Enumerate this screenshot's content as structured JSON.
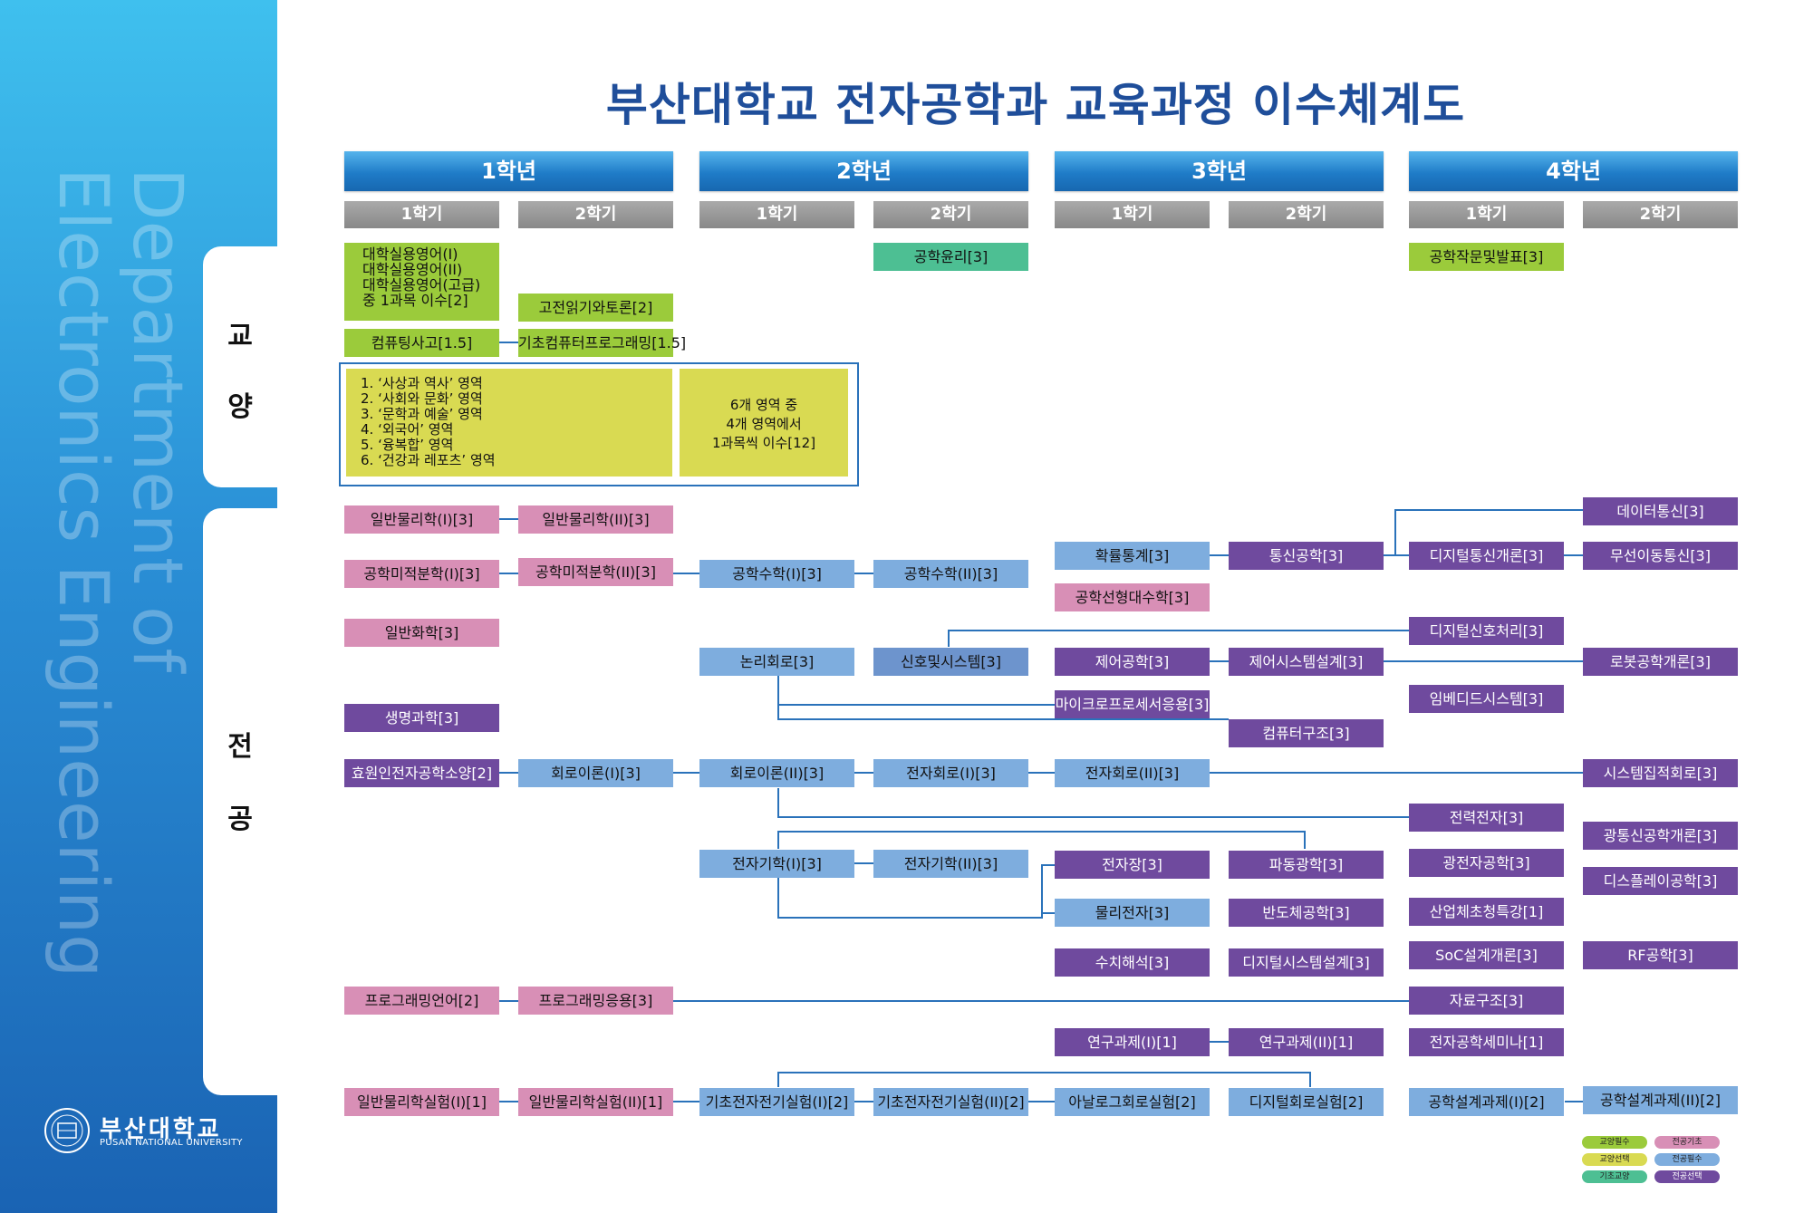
{
  "sidebar": {
    "vertical_title_line1": "Department of",
    "vertical_title_line2": "Electronics Engineering",
    "tab_liberal_char1": "교",
    "tab_liberal_char2": "양",
    "tab_major_char1": "전",
    "tab_major_char2": "공",
    "logo_name": "부산대학교",
    "logo_sub": "PUSAN NATIONAL UNIVERSITY",
    "logo_seal_text": "부산대학교"
  },
  "title": "부산대학교 전자공학과 교육과정 이수체계도",
  "years": [
    "1학년",
    "2학년",
    "3학년",
    "4학년"
  ],
  "semesters": [
    "1학기",
    "2학기",
    "1학기",
    "2학기",
    "1학기",
    "2학기",
    "1학기",
    "2학기"
  ],
  "courses": {
    "english": "대학실용영어(I)",
    "english2": "대학실용영어(II)",
    "english3": "대학실용영어(고급)",
    "english4": "중 1과목 이수[2]",
    "classics": "고전읽기와토론[2]",
    "comp_think": "컴퓨팅사고[1.5]",
    "basic_prog": "기초컴퓨터프로그래밍[1.5]",
    "ethics": "공학윤리[3]",
    "writing": "공학작문및발표[3]",
    "physics1": "일반물리학(I)[3]",
    "physics2": "일반물리학(II)[3]",
    "calc1": "공학미적분학(I)[3]",
    "calc2": "공학미적분학(II)[3]",
    "engmath1": "공학수학(I)[3]",
    "engmath2": "공학수학(II)[3]",
    "chem": "일반화학[3]",
    "bio": "생명과학[3]",
    "intro_ee": "효원인전자공학소양[2]",
    "prog_lang": "프로그래밍언어[2]",
    "prog_app": "프로그래밍응용[3]",
    "phys_lab1": "일반물리학실험(I)[1]",
    "phys_lab2": "일반물리학실험(II)[1]",
    "circuit1": "회로이론(I)[3]",
    "circuit2": "회로이론(II)[3]",
    "logic": "논리회로[3]",
    "signals": "신호및시스템[3]",
    "electronics1": "전자회로(I)[3]",
    "electronics2": "전자회로(II)[3]",
    "emag1": "전자기학(I)[3]",
    "emag2": "전자기학(II)[3]",
    "basic_lab1": "기초전자전기실험(I)[2]",
    "basic_lab2": "기초전자전기실험(II)[2]",
    "analog_lab": "아날로그회로실험[2]",
    "digital_lab": "디지털회로실험[2]",
    "prob": "확률통계[3]",
    "linalg": "공학선형대수학[3]",
    "comm": "통신공학[3]",
    "control": "제어공학[3]",
    "control_design": "제어시스템설계[3]",
    "micro": "마이크로프로세서응용[3]",
    "comp_arch": "컴퓨터구조[3]",
    "em_field": "전자장[3]",
    "wave_optics": "파동광학[3]",
    "phys_elec": "물리전자[3]",
    "semi": "반도체공학[3]",
    "numerical": "수치해석[3]",
    "digital_sys": "디지털시스템설계[3]",
    "research1": "연구과제(I)[1]",
    "research2": "연구과제(II)[1]",
    "data_comm": "데이터통신[3]",
    "digital_comm": "디지털통신개론[3]",
    "wireless": "무선이동통신[3]",
    "dsp": "디지털신호처리[3]",
    "robot": "로봇공학개론[3]",
    "embedded": "임베디드시스템[3]",
    "ic": "시스템집적회로[3]",
    "power": "전력전자[3]",
    "opt_comm": "광통신공학개론[3]",
    "optoelec": "광전자공학[3]",
    "display": "디스플레이공학[3]",
    "industry": "산업체초청특강[1]",
    "soc": "SoC설계개론[3]",
    "rf": "RF공학[3]",
    "data_struct": "자료구조[3]",
    "seminar": "전자공학세미나[1]",
    "capstone1": "공학설계과제(I)[2]",
    "capstone2": "공학설계과제(II)[2]"
  },
  "general_areas": {
    "items": [
      "1. ‘사상과 역사’ 영역",
      "2. ‘사회와 문화’ 영역",
      "3. ‘문학과 예술’ 영역",
      "4. ‘외국어’ 영역",
      "5. ‘융복합’ 영역",
      "6. ‘건강과 레포츠’ 영역"
    ],
    "note": [
      "6개 영역 중",
      "4개 영역에서",
      "1과목씩 이수[12]"
    ]
  },
  "legend": [
    {
      "label": "교양필수",
      "color": "#9bcb3b"
    },
    {
      "label": "교양선택",
      "color": "#d9da52"
    },
    {
      "label": "기초교양",
      "color": "#4dbf93"
    },
    {
      "label": "전공기초",
      "color": "#d88fb6"
    },
    {
      "label": "전공필수",
      "color": "#7eadde"
    },
    {
      "label": "전공선택",
      "color": "#6f4a9e"
    }
  ]
}
